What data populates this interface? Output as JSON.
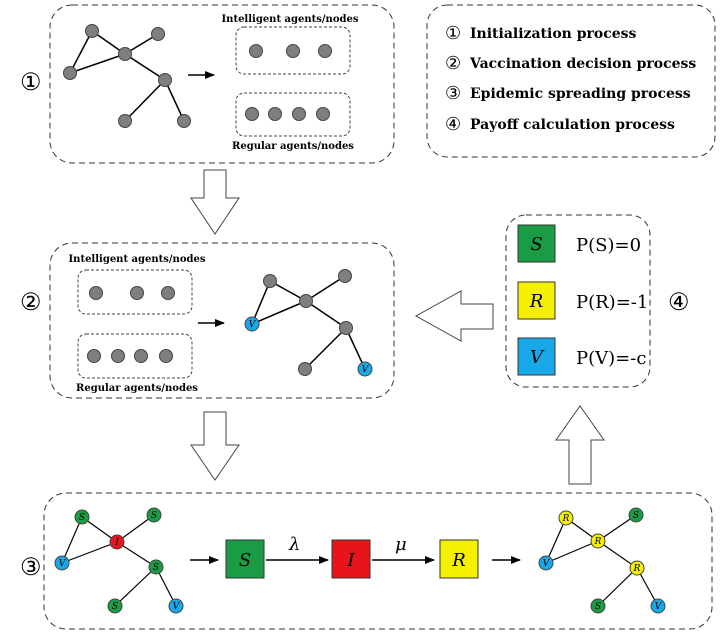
{
  "steps": {
    "s1": "①",
    "s2": "②",
    "s3": "③",
    "s4": "④"
  },
  "legend": [
    {
      "num": "①",
      "text": "Initialization process"
    },
    {
      "num": "②",
      "text": "Vaccination decision process"
    },
    {
      "num": "③",
      "text": "Epidemic spreading process"
    },
    {
      "num": "④",
      "text": "Payoff calculation process"
    }
  ],
  "labels": {
    "intelligent": "Intelligent agents/nodes",
    "regular": "Regular agents/nodes"
  },
  "states": {
    "S": "S",
    "I": "I",
    "R": "R",
    "V": "V"
  },
  "rates": {
    "lambda": "λ",
    "mu": "μ"
  },
  "payoffs": [
    {
      "state": "S",
      "text": "P(S)=0"
    },
    {
      "state": "R",
      "text": "P(R)=-1"
    },
    {
      "state": "V",
      "text": "P(V)=-c"
    }
  ],
  "colors": {
    "S": "#1a9c45",
    "I": "#e8141b",
    "R": "#f5f000",
    "V": "#18a8e8",
    "node": "#7f7f7f"
  }
}
